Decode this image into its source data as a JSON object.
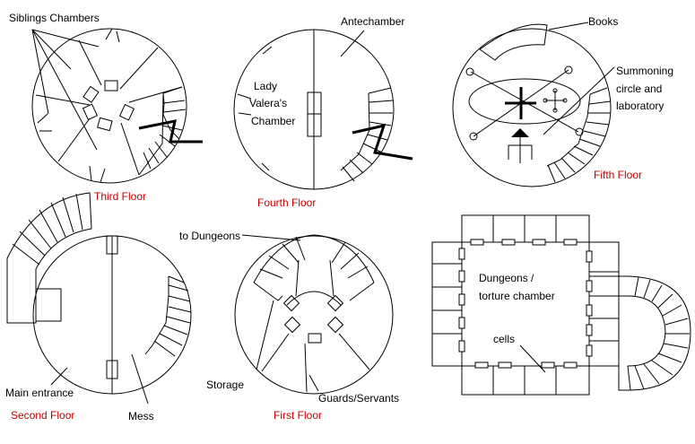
{
  "floors": {
    "third": {
      "title": "Third Floor",
      "labels": [
        "Siblings Chambers"
      ]
    },
    "fourth": {
      "title": "Fourth Floor",
      "labels": [
        "Antechamber",
        "Lady",
        "Valera's",
        "Chamber"
      ]
    },
    "fifth": {
      "title": "Fifth Floor",
      "labels": [
        "Books",
        "Summoning",
        "circle and",
        "laboratory"
      ]
    },
    "second": {
      "title": "Second Floor",
      "labels": [
        "Main entrance",
        "Mess"
      ]
    },
    "first": {
      "title": "First Floor",
      "labels": [
        "to Dungeons",
        "Storage",
        "Guards/Servants"
      ]
    },
    "dungeons": {
      "labels": [
        "Dungeons /",
        "torture chamber",
        "cells"
      ]
    }
  },
  "colors": {
    "title": "#c00000",
    "line": "#000000"
  }
}
